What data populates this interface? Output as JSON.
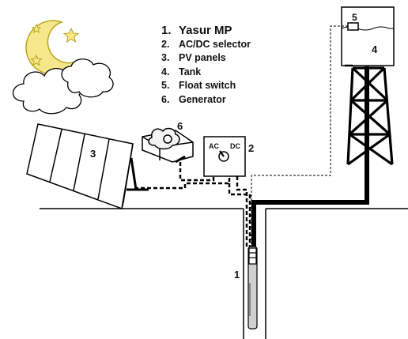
{
  "legend": [
    {
      "num": "1.",
      "label": "Yasur MP"
    },
    {
      "num": "2.",
      "label": "AC/DC selector"
    },
    {
      "num": "3.",
      "label": "PV panels"
    },
    {
      "num": "4.",
      "label": "Tank"
    },
    {
      "num": "5.",
      "label": "Float switch"
    },
    {
      "num": "6.",
      "label": "Generator"
    }
  ],
  "callouts": {
    "pump": "1",
    "selector": "2",
    "panels": "3",
    "tank": "4",
    "float_switch": "5",
    "generator": "6"
  },
  "selector_labels": {
    "ac": "AC",
    "dc": "DC"
  },
  "colors": {
    "moon": "#f6e88a",
    "moon_outline": "#c9b52a",
    "star": "#f6e88a",
    "line": "#000000",
    "pump_fill": "#d0d0d0"
  },
  "icons": [
    "moon-icon",
    "star-icon",
    "cloud-icon"
  ]
}
